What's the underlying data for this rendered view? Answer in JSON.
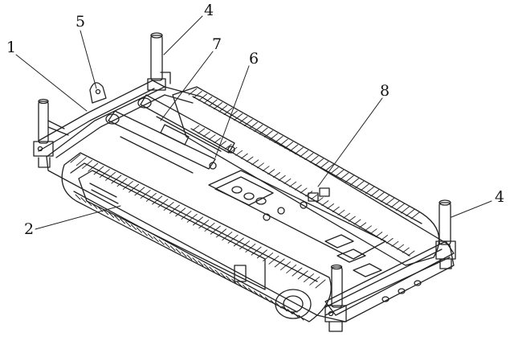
{
  "figure": {
    "callouts": [
      {
        "id": "1",
        "label": "1",
        "part": "frame-front-crossbeam"
      },
      {
        "id": "2",
        "label": "2",
        "part": "crawler-track-left"
      },
      {
        "id": "4a",
        "label": "4",
        "part": "support-leg-rear"
      },
      {
        "id": "4b",
        "label": "4",
        "part": "support-leg-front-right"
      },
      {
        "id": "5",
        "label": "5",
        "part": "lifting-lug"
      },
      {
        "id": "6",
        "label": "6",
        "part": "hydraulic-cylinder-pivot"
      },
      {
        "id": "7",
        "label": "7",
        "part": "hydraulic-cylinder"
      },
      {
        "id": "8",
        "label": "8",
        "part": "track-frame-bracket"
      }
    ],
    "colors": {
      "line": "#222222",
      "background": "#ffffff"
    }
  }
}
